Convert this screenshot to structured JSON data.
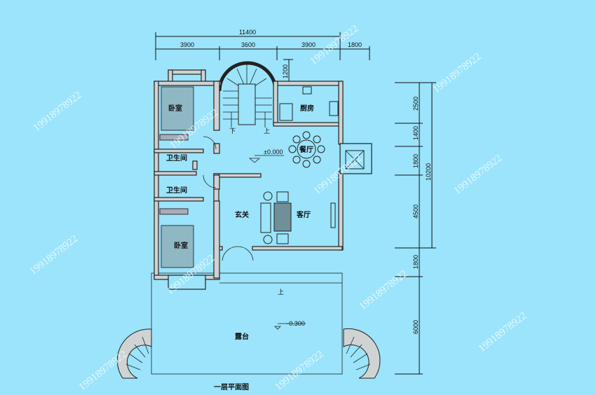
{
  "title": "一层平面图",
  "dimensions": {
    "top_total": "11400",
    "top_segments": [
      "3900",
      "3600",
      "3900",
      "1800"
    ],
    "stair_offset": "1200",
    "right_segments": [
      "2500",
      "1400",
      "1800",
      "4500",
      "1800",
      "6000"
    ],
    "right_total": "10200"
  },
  "rooms": {
    "bedroom_1": "卧室",
    "bedroom_2": "卧室",
    "bathroom_1": "卫生间",
    "bathroom_2": "卫生间",
    "kitchen": "厨房",
    "dining": "餐厅",
    "foyer": "玄关",
    "living": "客厅",
    "terrace": "露台"
  },
  "levels": {
    "floor": "±0.000",
    "terrace": "−0.300"
  },
  "stairs": {
    "down": "下",
    "up": "上",
    "terrace_up": "上"
  },
  "watermark": "19918978922",
  "colors": {
    "background": "#9be4fb",
    "wall": "#cfd3d4",
    "line": "#111111"
  }
}
